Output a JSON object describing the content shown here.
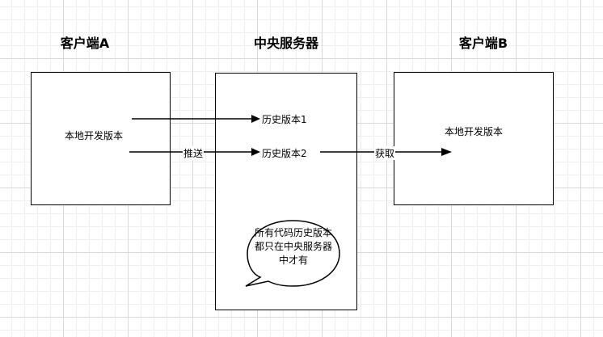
{
  "titles": {
    "client_a": "客户端A",
    "server": "中央服务器",
    "client_b": "客户端B"
  },
  "client_a": {
    "content": "本地开发版本"
  },
  "server": {
    "version_1": "历史版本1",
    "version_2": "历史版本2"
  },
  "client_b": {
    "content": "本地开发版本"
  },
  "edges": {
    "push": "推送",
    "fetch": "获取"
  },
  "note": "所有代码历史版本都只在中央服务器中才有"
}
